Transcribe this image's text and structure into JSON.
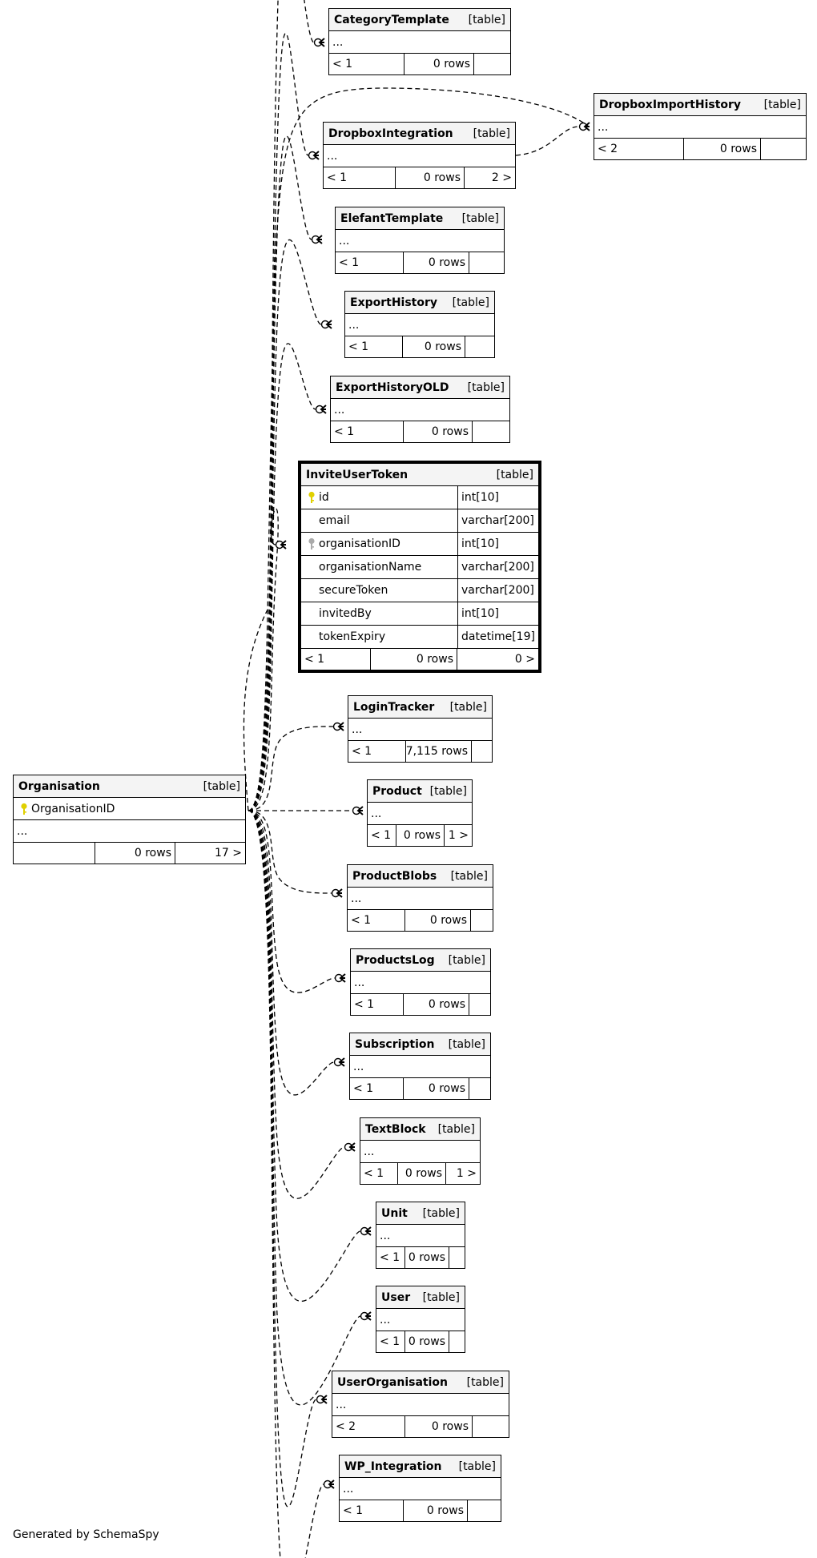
{
  "credit": "Generated by SchemaSpy",
  "type_label": "[table]",
  "tables": {
    "CategoryTemplate": {
      "name": "CategoryTemplate",
      "f1": "< 1",
      "f2": "0 rows",
      "f3": ""
    },
    "DropboxImportHistory": {
      "name": "DropboxImportHistory",
      "f1": "< 2",
      "f2": "0 rows",
      "f3": ""
    },
    "DropboxIntegration": {
      "name": "DropboxIntegration",
      "f1": "< 1",
      "f2": "0 rows",
      "f3": "2 >"
    },
    "ElefantTemplate": {
      "name": "ElefantTemplate",
      "f1": "< 1",
      "f2": "0 rows",
      "f3": ""
    },
    "ExportHistory": {
      "name": "ExportHistory",
      "f1": "< 1",
      "f2": "0 rows",
      "f3": ""
    },
    "ExportHistoryOLD": {
      "name": "ExportHistoryOLD",
      "f1": "< 1",
      "f2": "0 rows",
      "f3": ""
    },
    "LoginTracker": {
      "name": "LoginTracker",
      "f1": "< 1",
      "f2": "7,115 rows",
      "f3": ""
    },
    "Product": {
      "name": "Product",
      "f1": "< 1",
      "f2": "0 rows",
      "f3": "1 >"
    },
    "ProductBlobs": {
      "name": "ProductBlobs",
      "f1": "< 1",
      "f2": "0 rows",
      "f3": ""
    },
    "ProductsLog": {
      "name": "ProductsLog",
      "f1": "< 1",
      "f2": "0 rows",
      "f3": ""
    },
    "Subscription": {
      "name": "Subscription",
      "f1": "< 1",
      "f2": "0 rows",
      "f3": ""
    },
    "TextBlock": {
      "name": "TextBlock",
      "f1": "< 1",
      "f2": "0 rows",
      "f3": "1 >"
    },
    "Unit": {
      "name": "Unit",
      "f1": "< 1",
      "f2": "0 rows",
      "f3": ""
    },
    "User": {
      "name": "User",
      "f1": "< 1",
      "f2": "0 rows",
      "f3": ""
    },
    "UserOrganisation": {
      "name": "UserOrganisation",
      "f1": "< 2",
      "f2": "0 rows",
      "f3": ""
    },
    "WP_Integration": {
      "name": "WP_Integration",
      "f1": "< 1",
      "f2": "0 rows",
      "f3": ""
    },
    "Organisation": {
      "name": "Organisation",
      "pk": "OrganisationID",
      "dots": "...",
      "f1": "",
      "f2": "0 rows",
      "f3": "17 >"
    }
  },
  "dots": "...",
  "invite": {
    "name": "InviteUserToken",
    "columns": [
      {
        "name": "id",
        "type": "int[10]",
        "key": "primary"
      },
      {
        "name": "email",
        "type": "varchar[200]",
        "key": ""
      },
      {
        "name": "organisationID",
        "type": "int[10]",
        "key": "foreign"
      },
      {
        "name": "organisationName",
        "type": "varchar[200]",
        "key": ""
      },
      {
        "name": "secureToken",
        "type": "varchar[200]",
        "key": ""
      },
      {
        "name": "invitedBy",
        "type": "int[10]",
        "key": ""
      },
      {
        "name": "tokenExpiry",
        "type": "datetime[19]",
        "key": ""
      }
    ],
    "f1": "< 1",
    "f2": "0 rows",
    "f3": "0 >"
  },
  "colors": {
    "primary_key": "#e0d000",
    "foreign_key": "#aaaaaa"
  }
}
